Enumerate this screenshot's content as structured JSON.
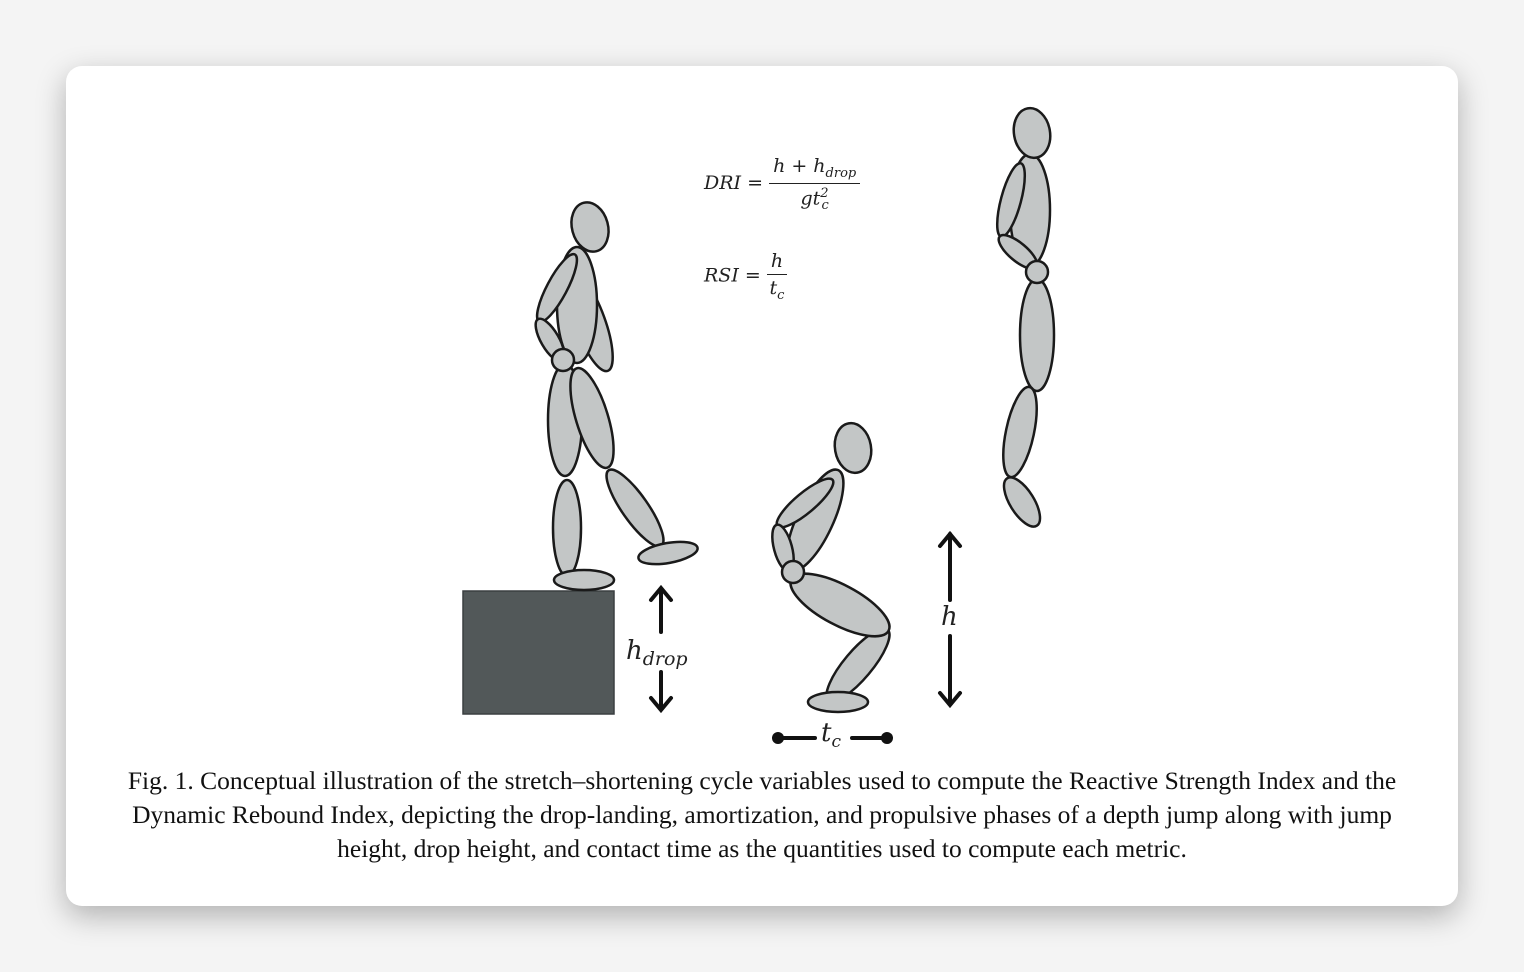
{
  "equations": {
    "dri": {
      "lhs": "DRI =",
      "numerator_h": "h + h",
      "numerator_sub": "drop",
      "denominator_g": "gt",
      "denominator_sup": "2",
      "denominator_sub": "c"
    },
    "rsi": {
      "lhs": "RSI =",
      "numerator": "h",
      "denominator_t": "t",
      "denominator_sub": "c"
    }
  },
  "labels": {
    "h_drop": "h",
    "h_drop_sub": "drop",
    "h": "h",
    "tc": "t",
    "tc_sub": "c"
  },
  "caption": "Fig. 1. Conceptual illustration of the stretch–shortening cycle variables used to compute the Reactive Strength Index and the Dynamic Rebound Index, depicting the drop-landing, amortization, and propulsive phases of a depth jump along with jump height, drop height, and contact time as the quantities used to compute each metric.",
  "colors": {
    "limb_fill": "#c3c6c6",
    "box_fill": "#525859",
    "outline": "#1a1a1a"
  }
}
